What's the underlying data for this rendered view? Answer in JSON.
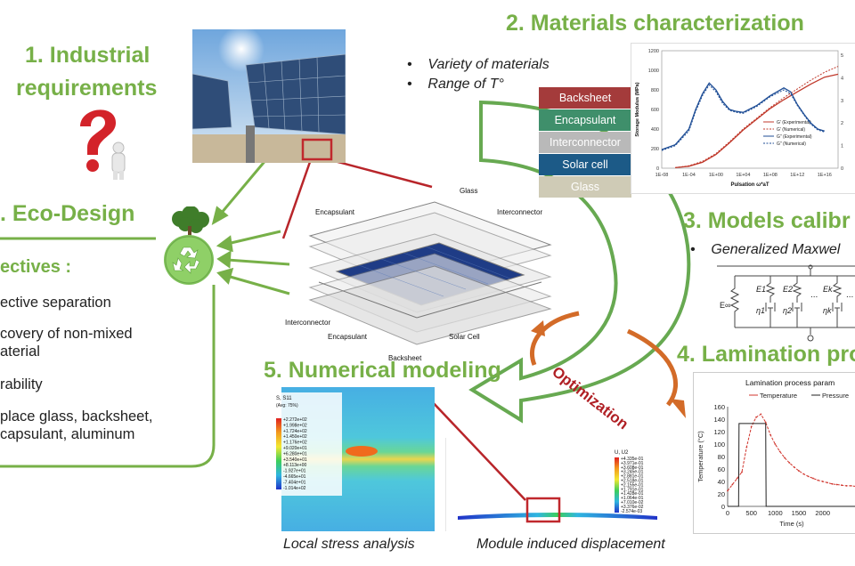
{
  "sections": {
    "s1": {
      "title_line1": "1. Industrial",
      "title_line2": "requirements"
    },
    "s2": {
      "title": "2. Materials characterization",
      "bullets": [
        "Variety of materials",
        "Range of T°"
      ]
    },
    "s3": {
      "title": "3. Models calibr",
      "bullet": "Generalized Maxwel"
    },
    "s4": {
      "title": "4. Lamination pro"
    },
    "s5": {
      "title": "5. Numerical modeling",
      "caption_left": "Local stress analysis",
      "caption_right": "Module induced displacement"
    },
    "eco": {
      "title": ". Eco-Design",
      "objectives": "ectives :",
      "items": [
        "ective separation",
        "covery of non-mixed",
        "aterial",
        "rability",
        "place glass, backsheet,",
        "capsulant, aluminum"
      ]
    }
  },
  "optimization_label": "Optimization",
  "layers": [
    {
      "label": "Backsheet",
      "color": "#a43b3b"
    },
    {
      "label": "Encapsulant",
      "color": "#3f8f6b"
    },
    {
      "label": "Interconnector",
      "color": "#b9b9b9"
    },
    {
      "label": "Solar cell",
      "color": "#1c5a87"
    },
    {
      "label": "Glass",
      "color": "#cfcbb6"
    }
  ],
  "exploded_labels": {
    "glass": "Glass",
    "encapsulant_top": "Encapsulant",
    "interconnector_top": "Interconnector",
    "interconnector_bottom": "Interconnector",
    "encapsulant_bottom": "Encapsulant",
    "solar_cell": "Solar Cell",
    "backsheet": "Backsheet"
  },
  "maxwell": {
    "e_inf": "E∞",
    "e1": "E1",
    "e2": "E2",
    "ek": "Ek",
    "eta1": "η1",
    "eta2": "η2",
    "etak": "ηk",
    "dots": "..."
  },
  "fea_left": {
    "legend_title": "S, S11",
    "legend_sub": "(Avg: 75%)",
    "values": [
      "+2.272e+02",
      "+1.998e+02",
      "+1.724e+02",
      "+1.450e+02",
      "+1.176e+02",
      "+9.020e+01",
      "+6.280e+01",
      "+3.540e+01",
      "+8.113e+00",
      "-1.927e+01",
      "-4.665e+01",
      "-7.404e+01",
      "-1.014e+02"
    ]
  },
  "fea_right": {
    "legend_title": "U, U2",
    "values": [
      "+4.335e-01",
      "+3.971e-01",
      "+3.608e-01",
      "+3.245e-01",
      "+2.881e-01",
      "+2.518e-01",
      "+2.155e-01",
      "+1.791e-01",
      "+1.428e-01",
      "+1.064e-01",
      "+7.010e-02",
      "+3.376e-02",
      "-2.574e-03"
    ]
  },
  "colors": {
    "green": "#77b048",
    "red_frame": "#c0282d",
    "arrow_green": "#5fa548",
    "arrow_orange": "#d36b28"
  },
  "chart_data": [
    {
      "type": "line",
      "ylabel": "Storage Modulus (MPa)",
      "xlabel": "Pulsation ω*aT",
      "log_x": true,
      "xlim": [
        1e-08,
        1e+18
      ],
      "ylim": [
        0,
        1200
      ],
      "x_ticks": [
        "1E-08",
        "1E-04",
        "1E+00",
        "1E+04",
        "1E+08",
        "1E+12",
        "1E+16"
      ],
      "y_ticks": [
        0,
        200,
        400,
        600,
        800,
        1000,
        1200
      ],
      "y2_ticks": [
        "0",
        "1",
        "2",
        "3",
        "4",
        "5"
      ],
      "legend": "right",
      "series": [
        {
          "name": "G' (Experimental)",
          "color": "#c0392b",
          "style": "solid",
          "x": [
            -6,
            -4,
            -2,
            0,
            2,
            4,
            6,
            8,
            10,
            12,
            14,
            16,
            18
          ],
          "values": [
            5,
            20,
            60,
            140,
            260,
            390,
            500,
            610,
            700,
            780,
            860,
            930,
            960
          ]
        },
        {
          "name": "G' (Numerical)",
          "color": "#c0392b",
          "style": "dotted",
          "x": [
            -6,
            -4,
            -2,
            0,
            2,
            4,
            6,
            8,
            10,
            12,
            14,
            16,
            18
          ],
          "values": [
            5,
            25,
            70,
            150,
            270,
            400,
            510,
            620,
            720,
            810,
            900,
            980,
            1040
          ]
        },
        {
          "name": "G\" (Experimental)",
          "color": "#1f4e96",
          "style": "solid",
          "x": [
            -8,
            -6,
            -4,
            -3,
            -2,
            -1,
            0,
            1,
            2,
            3,
            4,
            6,
            8,
            10,
            11,
            12,
            13,
            14,
            15,
            16
          ],
          "values": [
            190,
            240,
            400,
            600,
            760,
            870,
            800,
            680,
            600,
            580,
            570,
            640,
            740,
            820,
            780,
            650,
            550,
            460,
            400,
            380
          ]
        },
        {
          "name": "G\" (Numerical)",
          "color": "#1f4e96",
          "style": "dotted",
          "x": [
            -8,
            -6,
            -4,
            -3,
            -2,
            -1,
            0,
            1,
            2,
            3,
            4,
            6,
            8,
            10,
            11,
            12,
            13,
            14,
            15,
            16
          ],
          "values": [
            180,
            230,
            380,
            580,
            740,
            850,
            780,
            660,
            590,
            570,
            560,
            630,
            730,
            800,
            760,
            640,
            540,
            450,
            390,
            370
          ]
        }
      ]
    },
    {
      "type": "line",
      "title": "Lamination process param",
      "ylabel": "Temperature (°C)",
      "xlabel": "Time (s)",
      "xlim": [
        0,
        2700
      ],
      "ylim": [
        0,
        160
      ],
      "x_ticks": [
        0,
        500,
        1000,
        1500,
        2000
      ],
      "y_ticks": [
        0,
        20,
        40,
        60,
        80,
        100,
        120,
        140,
        160
      ],
      "legend": "top",
      "series": [
        {
          "name": "Temperature",
          "color": "#d0342c",
          "style": "dashed-marker",
          "x": [
            0,
            100,
            200,
            300,
            400,
            500,
            600,
            700,
            800,
            900,
            1000,
            1100,
            1200,
            1300,
            1400,
            1500,
            1600,
            1700,
            1800,
            1900,
            2000,
            2100,
            2200,
            2300,
            2400,
            2500,
            2600,
            2700
          ],
          "values": [
            25,
            35,
            45,
            55,
            95,
            128,
            143,
            148,
            135,
            115,
            100,
            88,
            78,
            70,
            63,
            57,
            52,
            48,
            45,
            42,
            40,
            38,
            36,
            35,
            34,
            33,
            33,
            32
          ]
        },
        {
          "name": "Pressure",
          "color": "#222222",
          "style": "step",
          "x": [
            0,
            230,
            240,
            800,
            810,
            2700
          ],
          "values": [
            0,
            0,
            133,
            133,
            0,
            0
          ]
        }
      ]
    }
  ]
}
